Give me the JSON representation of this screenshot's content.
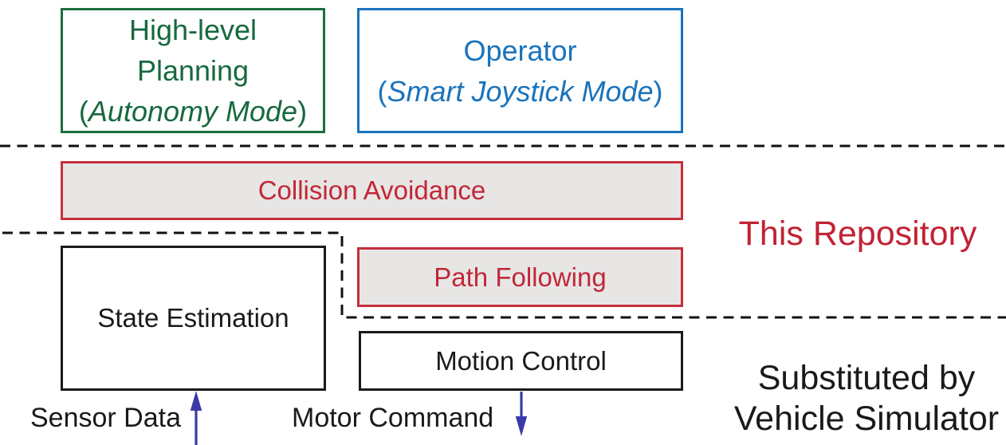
{
  "diagram": {
    "boxes": {
      "planning": {
        "line1": "High-level",
        "line2": "Planning",
        "paren_open": "(",
        "mode": "Autonomy Mode",
        "paren_close": ")",
        "color": "#1b6e3f"
      },
      "operator": {
        "line1": "Operator",
        "paren_open": "(",
        "mode": "Smart Joystick Mode",
        "paren_close": ")",
        "color": "#1a73bb"
      },
      "collision_avoidance": {
        "label": "Collision Avoidance",
        "text_color": "#c22737",
        "border_color": "#c4303d",
        "fill": "#e7e6e5"
      },
      "path_following": {
        "label": "Path Following",
        "text_color": "#c22737",
        "border_color": "#c4303d",
        "fill": "#e7e6e5"
      },
      "state_estimation": {
        "label": "State Estimation",
        "text_color": "#1a1a1a"
      },
      "motion_control": {
        "label": "Motion Control",
        "text_color": "#1a1a1a"
      }
    },
    "annotations": {
      "this_repository": {
        "label": "This Repository",
        "color": "#c02334"
      },
      "substituted_by": {
        "line1": "Substituted by",
        "line2": "Vehicle Simulator",
        "color": "#1a1a1a"
      },
      "sensor_data": {
        "label": "Sensor Data"
      },
      "motor_command": {
        "label": "Motor Command"
      }
    },
    "colors": {
      "dashed_boundary": "#111111",
      "arrow": "#3a3aa8",
      "background": "#ffffff"
    }
  }
}
